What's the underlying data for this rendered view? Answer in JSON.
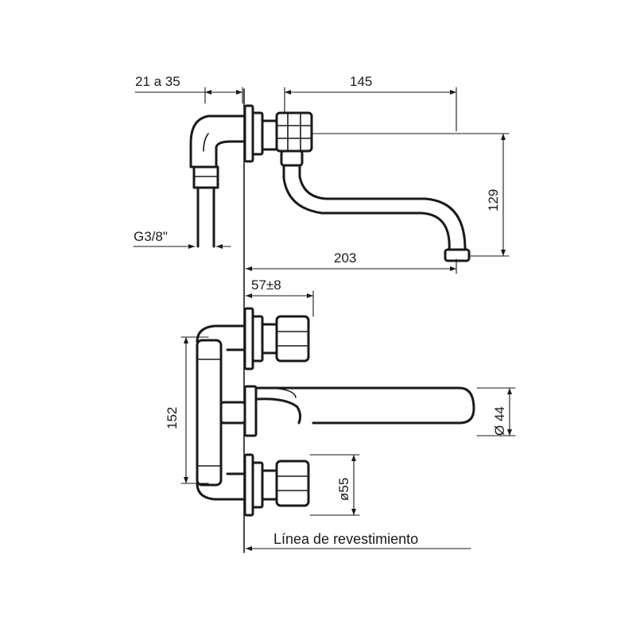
{
  "dimensions": {
    "inlet_offset": "21 a 35",
    "spout_reach_top": "145",
    "height": "129",
    "thread": "G3/8\"",
    "total_reach": "203",
    "projection": "57±8",
    "centers": "152",
    "spout_diameter": "Ø 44",
    "rosette_diameter": "ø55"
  },
  "labels": {
    "wall_line": "Línea de revestimiento"
  },
  "colors": {
    "ink": "#1a1a1a",
    "background": "#ffffff"
  }
}
